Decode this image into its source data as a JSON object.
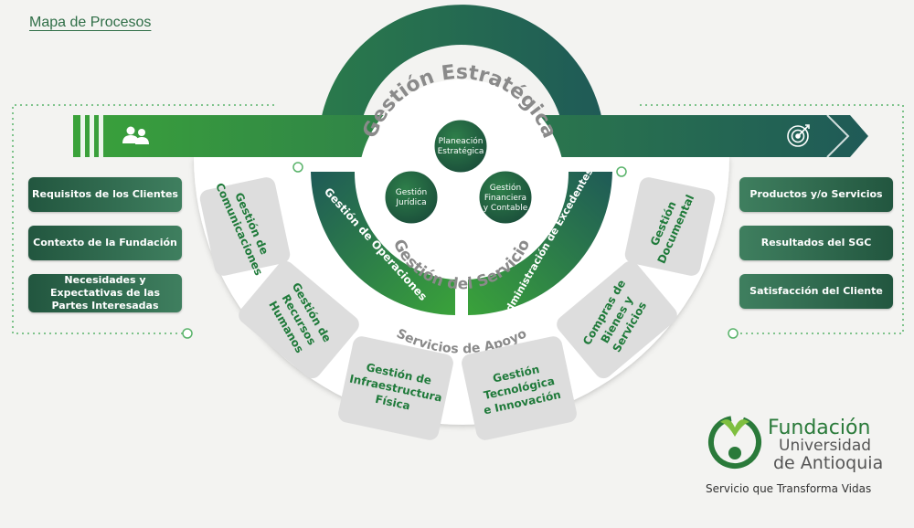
{
  "page_title": "Mapa de Procesos",
  "colors": {
    "dark_green": "#22563f",
    "teal": "#1f5a57",
    "bright_green": "#3aa23a",
    "light_grey": "#dddddd",
    "text_green": "#1f7a3a"
  },
  "inputs": [
    "Requisitos de los Clientes",
    "Contexto de la Fundación",
    "Necesidades y Expectativas de las Partes Interesadas"
  ],
  "outputs": [
    "Productos y/o Servicios",
    "Resultados del SGC",
    "Satisfacción del Cliente"
  ],
  "strategic": {
    "label": "Gestión Estratégica",
    "processes": {
      "planeacion": [
        "Planeación",
        "Estratégica"
      ],
      "juridica": [
        "Gestión",
        "Jurídica"
      ],
      "financiera": [
        "Gestión",
        "Financiera",
        "y Contable"
      ]
    }
  },
  "service": {
    "label": "Gestión del Servicio",
    "operaciones": "Gestión de Operaciones",
    "excedentes": "Administración de Excedentes"
  },
  "support": {
    "label": "Servicios de Apoyo",
    "items": [
      [
        "Gestión de",
        "Comunicaciones"
      ],
      [
        "Gestión de",
        "Recursos",
        "Humanos"
      ],
      [
        "Gestión de",
        "Infraestructura",
        "Física"
      ],
      [
        "Gestión",
        "Tecnológica",
        "e Innovación"
      ],
      [
        "Compras de",
        "Bienes y",
        "Servicios"
      ],
      [
        "Gestión",
        "Documental"
      ]
    ]
  },
  "icons": {
    "left": "users-icon",
    "right": "target-icon"
  },
  "logo": {
    "line1": "Fundación",
    "line2": "Universidad",
    "line3": "de Antioquia",
    "slogan": "Servicio que Transforma Vidas"
  }
}
